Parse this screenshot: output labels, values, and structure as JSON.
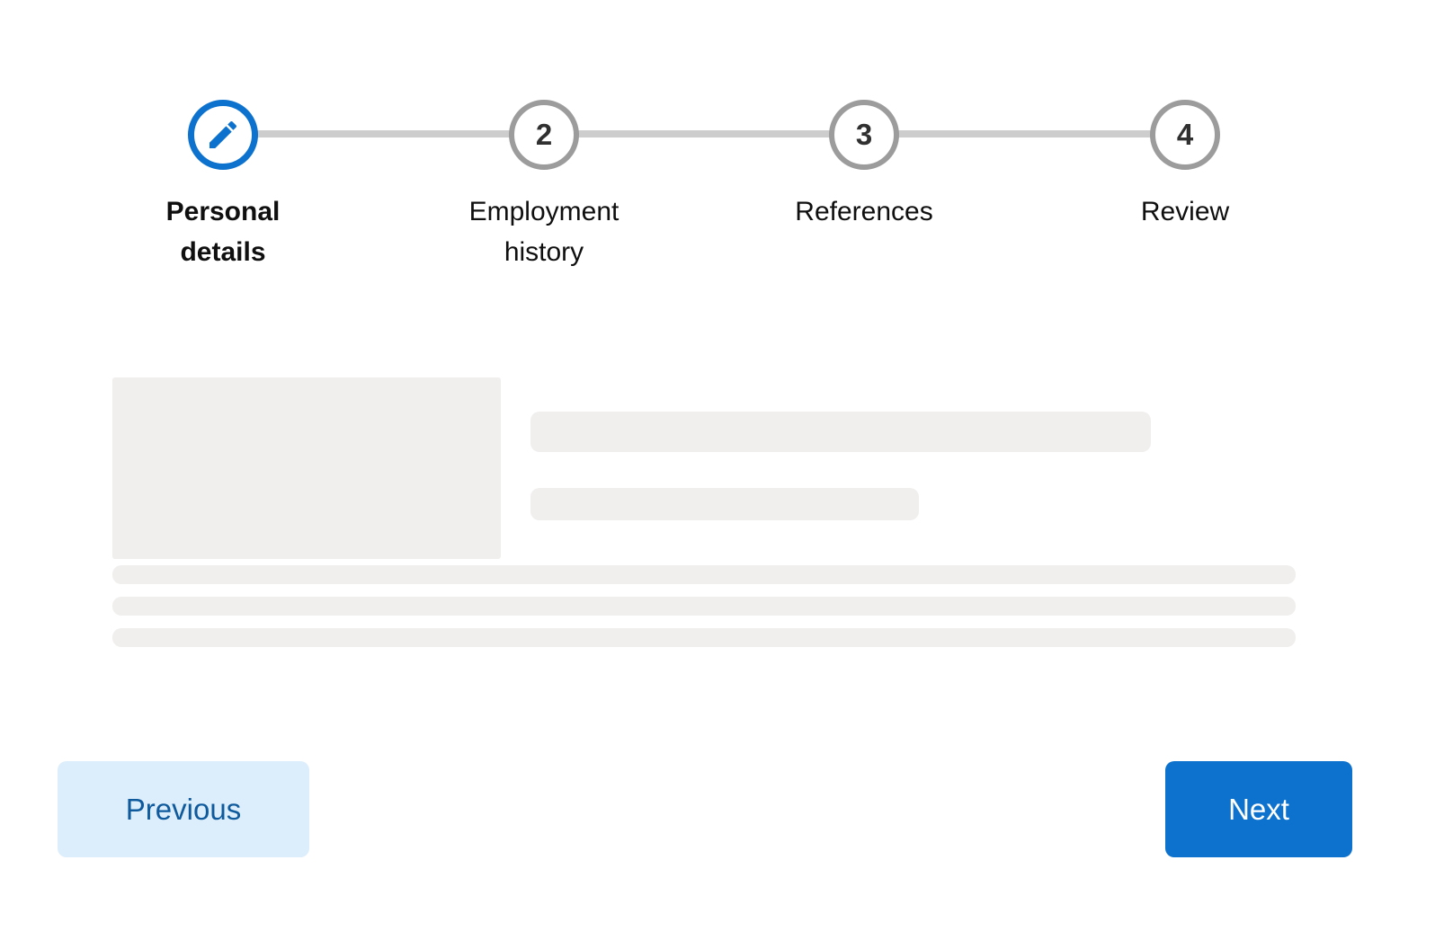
{
  "stepper": {
    "steps": [
      {
        "label": "Personal details",
        "state": "active",
        "icon": "pencil-icon",
        "number": ""
      },
      {
        "label": "Employment history",
        "state": "upcoming",
        "icon": "",
        "number": "2"
      },
      {
        "label": "References",
        "state": "upcoming",
        "icon": "",
        "number": "3"
      },
      {
        "label": "Review",
        "state": "upcoming",
        "icon": "",
        "number": "4"
      }
    ]
  },
  "buttons": {
    "previous": "Previous",
    "next": "Next"
  },
  "colors": {
    "accent_blue": "#0d72ce",
    "previous_button_bg": "#dcedfb",
    "previous_button_text": "#0e5a9c",
    "inactive_ring_gray": "#9c9c9c",
    "connector_gray": "#cdcdcd",
    "step_number_text": "#303030",
    "label_text": "#0f0f0f",
    "skeleton_gray": "#f0efee",
    "background": "#ffffff"
  }
}
